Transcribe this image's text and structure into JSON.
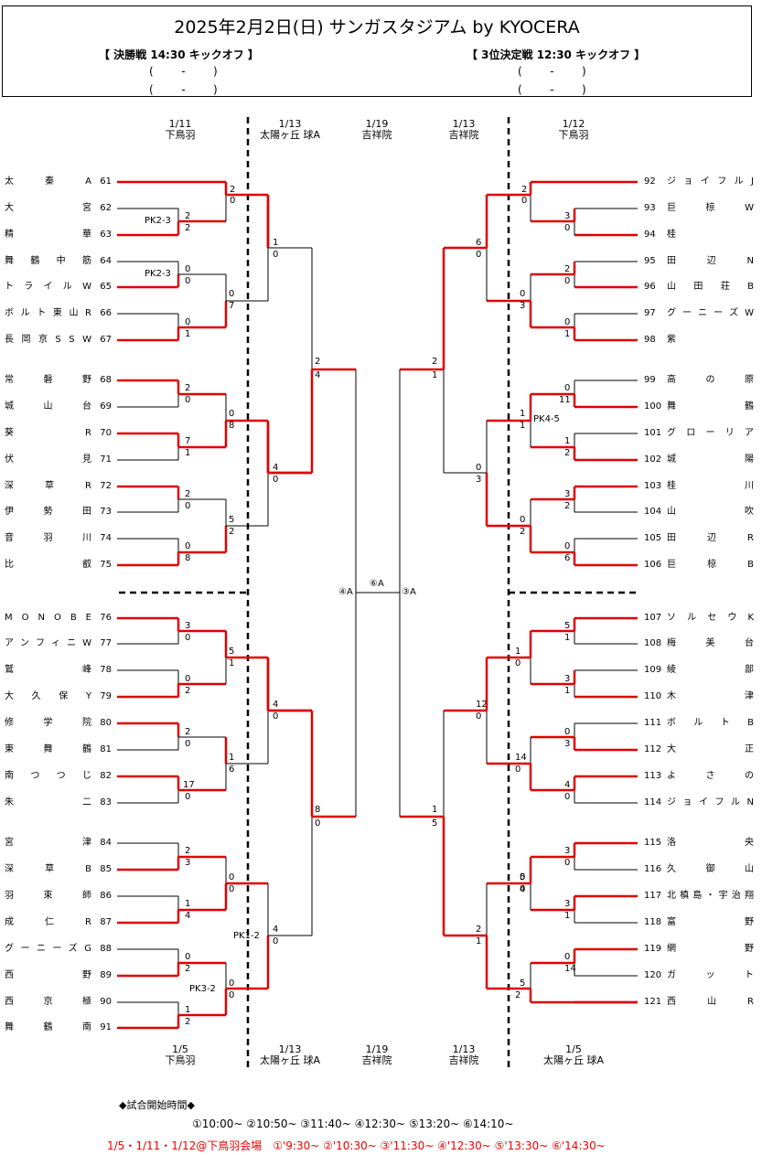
{
  "header": {
    "title": "2025年2月2日(日) サンガスタジアム by KYOCERA",
    "final_label": "【 決勝戦 14:30 キックオフ 】",
    "third_label": "【 3位決定戦 12:30 キックオフ 】",
    "score_rows": [
      "(        -        )",
      "(        -        )"
    ]
  },
  "dates_top": [
    {
      "date": "1/11",
      "venue": "下鳥羽"
    },
    {
      "date": "1/13",
      "venue": "太陽ヶ丘 球A"
    },
    {
      "date": "1/19",
      "venue": "吉祥院"
    },
    {
      "date": "1/13",
      "venue": "吉祥院"
    },
    {
      "date": "1/12",
      "venue": "下鳥羽"
    }
  ],
  "dates_bottom": [
    {
      "date": "1/5",
      "venue": "下鳥羽"
    },
    {
      "date": "1/13",
      "venue": "太陽ヶ丘 球A"
    },
    {
      "date": "1/19",
      "venue": "吉祥院"
    },
    {
      "date": "1/13",
      "venue": "吉祥院"
    },
    {
      "date": "1/5",
      "venue": "太陽ヶ丘 球A"
    }
  ],
  "left_teams": [
    {
      "name": "太秦A",
      "num": "61"
    },
    {
      "name": "大宮",
      "num": "62"
    },
    {
      "name": "精華",
      "num": "63"
    },
    {
      "name": "舞鶴中筋",
      "num": "64"
    },
    {
      "name": "トライルW",
      "num": "65"
    },
    {
      "name": "ボルト東山R",
      "num": "66"
    },
    {
      "name": "長岡京SSW",
      "num": "67"
    },
    {
      "name": "常磐野",
      "num": "68"
    },
    {
      "name": "城山台",
      "num": "69"
    },
    {
      "name": "葵R",
      "num": "70"
    },
    {
      "name": "伏見",
      "num": "71"
    },
    {
      "name": "深草R",
      "num": "72"
    },
    {
      "name": "伊勢田",
      "num": "73"
    },
    {
      "name": "音羽川",
      "num": "74"
    },
    {
      "name": "比叡",
      "num": "75"
    },
    {
      "name": "MONOBE",
      "num": "76"
    },
    {
      "name": "アンフィニW",
      "num": "77"
    },
    {
      "name": "鷲峰",
      "num": "78"
    },
    {
      "name": "大久保Y",
      "num": "79"
    },
    {
      "name": "修学院",
      "num": "80"
    },
    {
      "name": "東舞鶴",
      "num": "81"
    },
    {
      "name": "南つつじ",
      "num": "82"
    },
    {
      "name": "朱二",
      "num": "83"
    },
    {
      "name": "宮津",
      "num": "84"
    },
    {
      "name": "深草B",
      "num": "85"
    },
    {
      "name": "羽束師",
      "num": "86"
    },
    {
      "name": "成仁R",
      "num": "87"
    },
    {
      "name": "グーニーズG",
      "num": "88"
    },
    {
      "name": "西野",
      "num": "89"
    },
    {
      "name": "西京極",
      "num": "90"
    },
    {
      "name": "舞鶴南",
      "num": "91"
    }
  ],
  "right_teams": [
    {
      "name": "ジョイフルJ",
      "num": "92"
    },
    {
      "name": "巨椋W",
      "num": "93"
    },
    {
      "name": "桂",
      "num": "94"
    },
    {
      "name": "田辺N",
      "num": "95"
    },
    {
      "name": "山田荘B",
      "num": "96"
    },
    {
      "name": "グーニーズW",
      "num": "97"
    },
    {
      "name": "紫",
      "num": "98"
    },
    {
      "name": "高の原",
      "num": "99"
    },
    {
      "name": "舞鶴",
      "num": "100"
    },
    {
      "name": "グローリア",
      "num": "101"
    },
    {
      "name": "城陽",
      "num": "102"
    },
    {
      "name": "桂川",
      "num": "103"
    },
    {
      "name": "山吹",
      "num": "104"
    },
    {
      "name": "田辺R",
      "num": "105"
    },
    {
      "name": "巨椋B",
      "num": "106"
    },
    {
      "name": "ソルセウK",
      "num": "107"
    },
    {
      "name": "梅美台",
      "num": "108"
    },
    {
      "name": "綾部",
      "num": "109"
    },
    {
      "name": "木津",
      "num": "110"
    },
    {
      "name": "ボルトB",
      "num": "111"
    },
    {
      "name": "大正",
      "num": "112"
    },
    {
      "name": "よさの",
      "num": "113"
    },
    {
      "name": "ジョイフルN",
      "num": "114"
    },
    {
      "name": "洛央",
      "num": "115"
    },
    {
      "name": "久御山",
      "num": "116"
    },
    {
      "name": "北槙島・宇治翔",
      "num": "117"
    },
    {
      "name": "富野",
      "num": "118"
    },
    {
      "name": "網野",
      "num": "119"
    },
    {
      "name": "ガット",
      "num": "120"
    },
    {
      "name": "西山R",
      "num": "121"
    }
  ],
  "scores": [
    "2",
    "0",
    "2",
    "2",
    "0",
    "0",
    "0",
    "1",
    "1",
    "0",
    "0",
    "7",
    "2",
    "4",
    "2",
    "0",
    "7",
    "1",
    "2",
    "0",
    "0",
    "8",
    "4",
    "0",
    "0",
    "8",
    "5",
    "2",
    "3",
    "0",
    "0",
    "2",
    "2",
    "0",
    "17",
    "0",
    "2",
    "3",
    "1",
    "4",
    "0",
    "2",
    "1",
    "2",
    "5",
    "1",
    "4",
    "0",
    "1",
    "6",
    "0",
    "0",
    "4",
    "0",
    "8",
    "0",
    "0",
    "0",
    "2",
    "0",
    "3",
    "0",
    "2",
    "0",
    "0",
    "1",
    "6",
    "0",
    "0",
    "3",
    "0",
    "11",
    "1",
    "2",
    "1",
    "1",
    "3",
    "2",
    "0",
    "2",
    "0",
    "6",
    "0",
    "3",
    "2",
    "1",
    "5",
    "1",
    "3",
    "1",
    "0",
    "3",
    "1",
    "0",
    "14",
    "0",
    "12",
    "0",
    "4",
    "0",
    "5",
    "0",
    "3",
    "0",
    "3",
    "1",
    "0",
    "14",
    "5",
    "2",
    "0",
    "4",
    "2",
    "1",
    "1",
    "5"
  ],
  "pk_labels": [
    "PK2-3",
    "PK2-3",
    "PK1-2",
    "PK3-2",
    "PK4-5"
  ],
  "center_labels": {
    "left": "④A",
    "middle": "⑥A",
    "right": "③A"
  },
  "footer": {
    "title": "◆試合開始時間◆",
    "times": "①10:00~ ②10:50~ ③11:40~ ④12:30~ ⑤13:20~ ⑥14:10~",
    "red_line": "1/5・1/11・1/12@下鳥羽会場　①'9:30~ ②'10:30~ ③'11:30~ ④'12:30~ ⑤'13:30~ ⑥'14:30~"
  },
  "colors": {
    "winner_line": "#e00000",
    "line": "#000000"
  }
}
